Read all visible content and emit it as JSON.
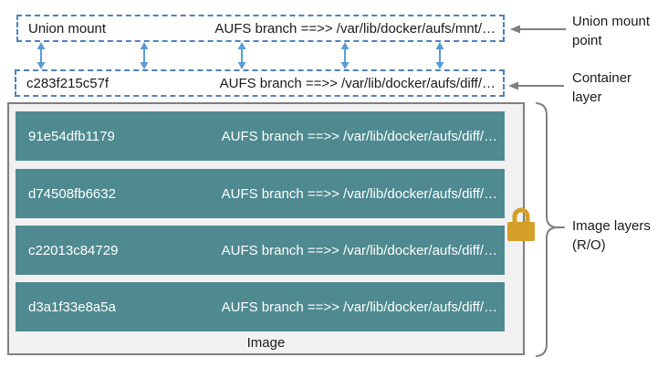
{
  "union_mount_box": {
    "label": "Union mount",
    "aufs_branch": "AUFS branch ==>> /var/lib/docker/aufs/mnt/…"
  },
  "container_layer_box": {
    "label": "c283f215c57f",
    "aufs_branch": "AUFS branch ==>> /var/lib/docker/aufs/diff/…"
  },
  "image_box": {
    "caption": "Image",
    "layers": [
      {
        "id": "91e54dfb1179",
        "aufs_branch": "AUFS branch ==>> /var/lib/docker/aufs/diff/…"
      },
      {
        "id": "d74508fb6632",
        "aufs_branch": "AUFS branch ==>> /var/lib/docker/aufs/diff/…"
      },
      {
        "id": "c22013c84729",
        "aufs_branch": "AUFS branch ==>> /var/lib/docker/aufs/diff/…"
      },
      {
        "id": "d3a1f33e8a5a",
        "aufs_branch": "AUFS branch ==>> /var/lib/docker/aufs/diff/…"
      }
    ]
  },
  "annotations": {
    "union_mount_point": "Union mount point",
    "container_layer": "Container layer",
    "image_layers": "Image layers (R/O)"
  },
  "icons": {
    "lock": "padlock-read-only",
    "sync_arrow": "double-headed-vertical-arrow",
    "pointer_arrow": "left-pointing-arrow",
    "brace": "right-curly-brace"
  },
  "colors": {
    "dashed_border_blue": "#4f81bd",
    "sync_arrow_blue": "#5b9bd5",
    "layer_teal": "#4e8a90",
    "outer_box_border": "#7f7f7f",
    "outer_box_background": "#f1f1f2",
    "annotation_gray": "#7f7f7f",
    "lock_gold": "#d4a02a",
    "layer_text": "#ffffff",
    "box_text": "#1a1a1a"
  }
}
